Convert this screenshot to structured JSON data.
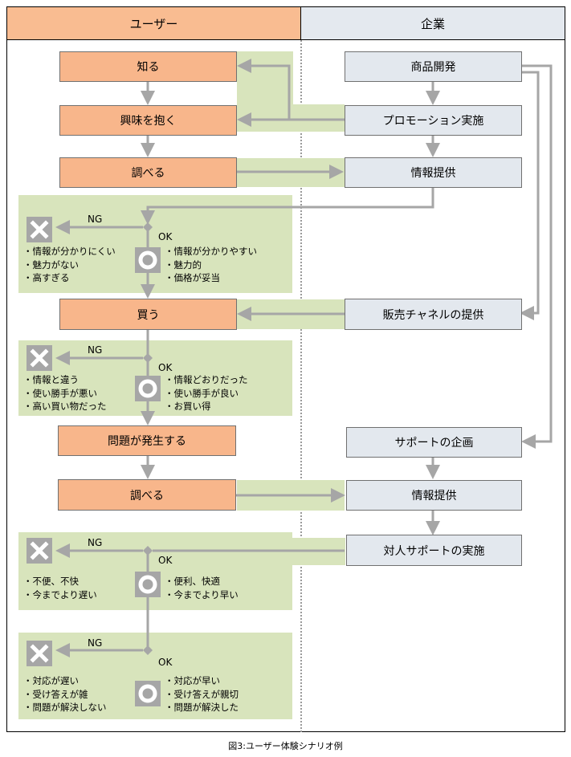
{
  "header": {
    "user_col": "ユーザー",
    "corp_col": "企業"
  },
  "user_steps": {
    "know": "知る",
    "interest": "興味を抱く",
    "research1": "調べる",
    "buy": "買う",
    "problem": "問題が発生する",
    "research2": "調べる"
  },
  "corp_steps": {
    "product_dev": "商品開発",
    "promotion": "プロモーション実施",
    "info1": "情報提供",
    "sales_channel": "販売チャネルの提供",
    "support_plan": "サポートの企画",
    "info2": "情報提供",
    "personal_support": "対人サポートの実施"
  },
  "decisions": [
    {
      "ng": "NG",
      "ok": "OK",
      "ng_items": [
        "・情報が分かりにくい",
        "・魅力がない",
        "・高すぎる"
      ],
      "ok_items": [
        "・情報が分かりやすい",
        "・魅力的",
        "・価格が妥当"
      ]
    },
    {
      "ng": "NG",
      "ok": "OK",
      "ng_items": [
        "・情報と違う",
        "・使い勝手が悪い",
        "・高い買い物だった"
      ],
      "ok_items": [
        "・情報どおりだった",
        "・使い勝手が良い",
        "・お買い得"
      ]
    },
    {
      "ng": "NG",
      "ok": "OK",
      "ng_items": [
        "・不便、不快",
        "・今までより遅い"
      ],
      "ok_items": [
        "・便利、快適",
        "・今までより早い"
      ]
    },
    {
      "ng": "NG",
      "ok": "OK",
      "ng_items": [
        "・対応が遅い",
        "・受け答えが雑",
        "・問題が解決しない"
      ],
      "ok_items": [
        "・対応が早い",
        "・受け答えが親切",
        "・問題が解決した"
      ]
    }
  ],
  "colors": {
    "user_box": "#f8b68b",
    "corp_box": "#e3e8ee",
    "band": "#d8e4bc",
    "arrow": "#a6a6a6",
    "mark": "#a6a6a6"
  },
  "caption": "図3:ユーザー体験シナリオ例"
}
